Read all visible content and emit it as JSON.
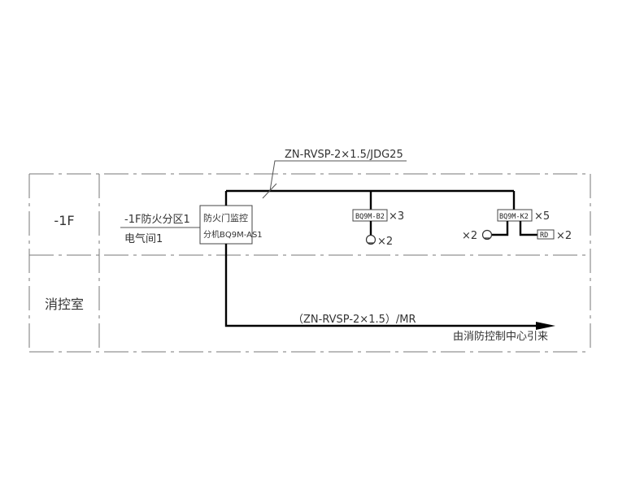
{
  "floors": [
    {
      "label": "-1F"
    },
    {
      "label": "消控室"
    }
  ],
  "annotations": {
    "top_cable": "ZN-RVSP-2×1.5/JDG25",
    "bottom_cable": "（ZN-RVSP-2×1.5）/MR",
    "source_note": "由消防控制中心引来"
  },
  "location": {
    "zone": "-1F防火分区1",
    "room": "电气间1"
  },
  "controller": {
    "line1": "防火门监控",
    "line2": "分机BQ9M-AS1"
  },
  "devices": {
    "b2": {
      "label": "BQ9M-B2",
      "qty": "×3",
      "sub_qty": "×2"
    },
    "k2": {
      "label": "BQ9M-K2",
      "qty": "×5",
      "left_qty": "×2",
      "rd_label": "RD",
      "rd_qty": "×2"
    }
  }
}
